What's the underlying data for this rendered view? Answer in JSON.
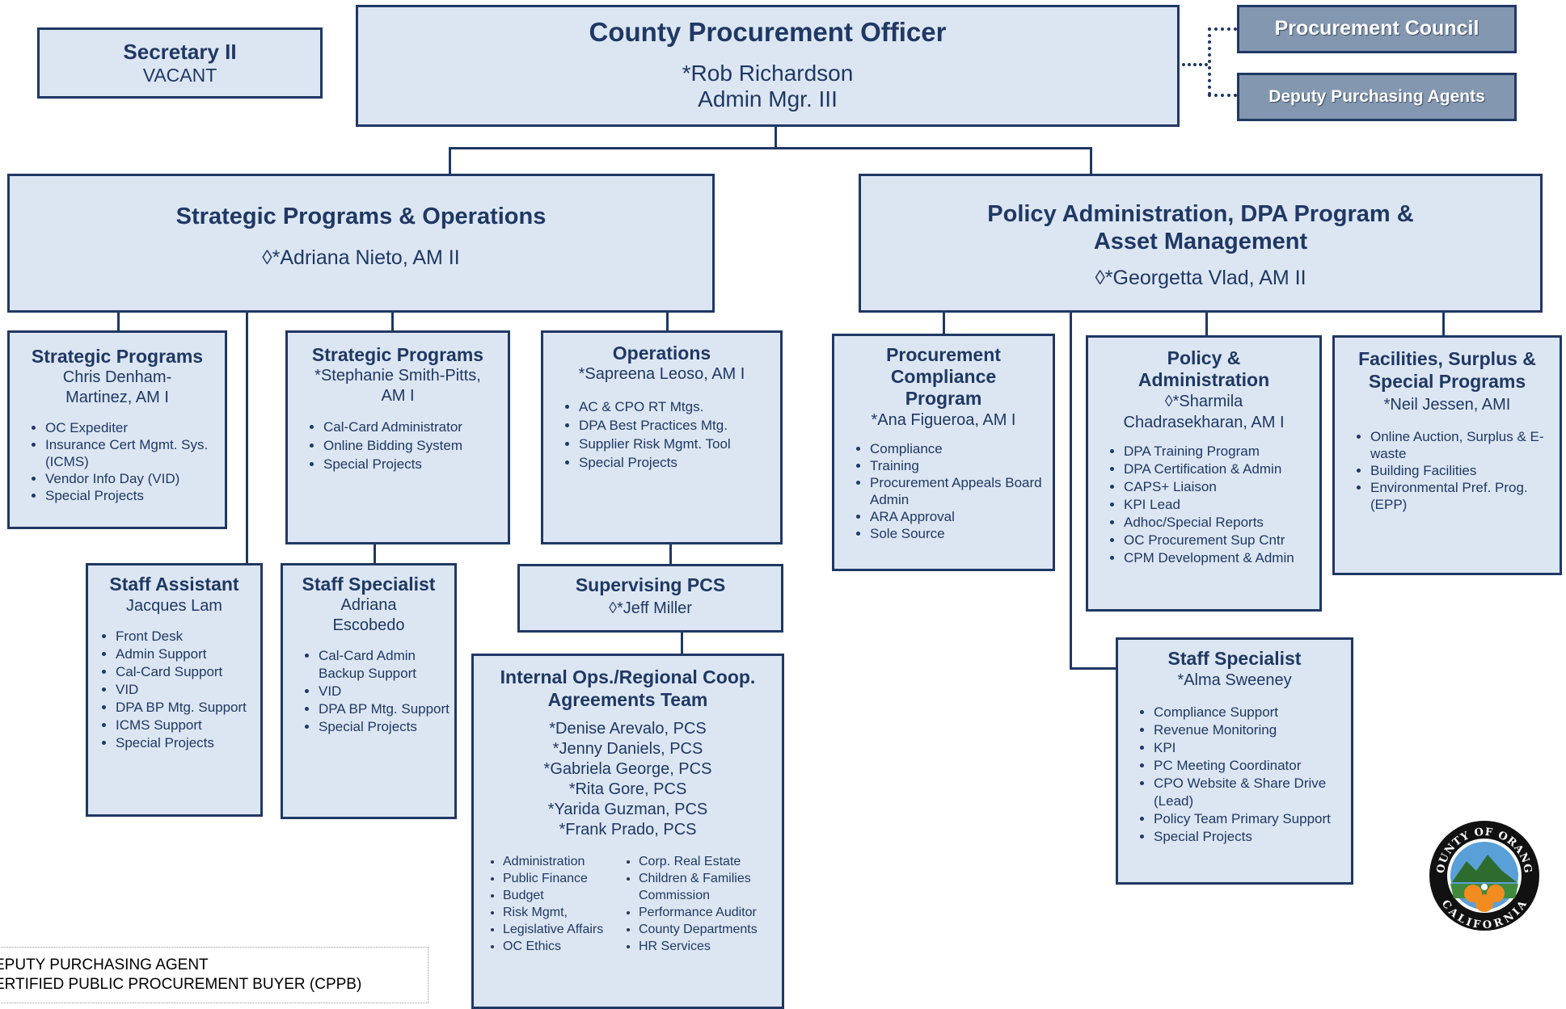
{
  "secretary": {
    "title": "Secretary II",
    "name": "VACANT"
  },
  "cpo": {
    "title": "County Procurement Officer",
    "name": "*Rob Richardson",
    "role": "Admin Mgr. III"
  },
  "council": {
    "label": "Procurement Council"
  },
  "dpa": {
    "label": "Deputy Purchasing Agents"
  },
  "spo": {
    "title": "Strategic Programs & Operations",
    "name": "◊*Adriana Nieto, AM II"
  },
  "pad": {
    "title": "Policy Administration, DPA Program &\nAsset Management",
    "name": "◊*Georgetta Vlad, AM II"
  },
  "sp1": {
    "title": "Strategic Programs",
    "name": "Chris Denham-\nMartinez, AM I",
    "items": [
      "OC Expediter",
      "Insurance Cert Mgmt. Sys. (ICMS)",
      "Vendor Info Day (VID)",
      "Special Projects"
    ]
  },
  "sp2": {
    "title": "Strategic Programs",
    "name": "*Stephanie Smith-Pitts,\nAM I",
    "items": [
      "Cal-Card Administrator",
      "Online Bidding System",
      "Special Projects"
    ]
  },
  "ops": {
    "title": "Operations",
    "name": "*Sapreena Leoso, AM I",
    "items": [
      "AC & CPO RT Mtgs.",
      "DPA Best Practices Mtg.",
      "Supplier Risk Mgmt. Tool",
      "Special Projects"
    ]
  },
  "pcp": {
    "title": "Procurement\nCompliance\nProgram",
    "name": "*Ana Figueroa, AM I",
    "items": [
      "Compliance",
      "Training",
      "Procurement Appeals Board Admin",
      "ARA Approval",
      "Sole Source"
    ]
  },
  "pa": {
    "title": "Policy &\nAdministration",
    "name": "◊*Sharmila\nChadrasekharan, AM I",
    "items": [
      "DPA Training Program",
      "DPA Certification & Admin",
      "CAPS+ Liaison",
      "KPI Lead",
      "Adhoc/Special Reports",
      "OC Procurement Sup Cntr",
      "CPM Development & Admin"
    ]
  },
  "fsp": {
    "title": "Facilities, Surplus &\nSpecial Programs",
    "name": "*Neil Jessen, AMI",
    "items": [
      "Online Auction, Surplus & E-waste",
      "Building Facilities",
      "Environmental Pref. Prog. (EPP)"
    ]
  },
  "sa": {
    "title": "Staff Assistant",
    "name": "Jacques Lam",
    "items": [
      "Front Desk",
      "Admin Support",
      "Cal-Card Support",
      "VID",
      "DPA BP Mtg. Support",
      "ICMS Support",
      "Special Projects"
    ]
  },
  "ss1": {
    "title": "Staff Specialist",
    "name": "Adriana\nEscobedo",
    "items": [
      "Cal-Card Admin Backup Support",
      "VID",
      "DPA BP Mtg. Support",
      "Special Projects"
    ]
  },
  "spcs": {
    "title": "Supervising PCS",
    "name": "◊*Jeff Miller"
  },
  "iops": {
    "title": "Internal Ops./Regional Coop.\nAgreements Team",
    "names": [
      "*Denise Arevalo, PCS",
      "*Jenny Daniels, PCS",
      "*Gabriela George, PCS",
      "*Rita Gore, PCS",
      "*Yarida Guzman, PCS",
      "*Frank Prado, PCS"
    ],
    "items_left": [
      "Administration",
      "Public Finance",
      "Budget",
      "Risk Mgmt,",
      "Legislative Affairs",
      "OC Ethics"
    ],
    "items_right": [
      "Corp. Real Estate",
      "Children & Families Commission",
      "Performance Auditor",
      "County Departments",
      "HR Services"
    ]
  },
  "ss2": {
    "title": "Staff Specialist",
    "name": "*Alma Sweeney",
    "items": [
      "Compliance Support",
      "Revenue Monitoring",
      "KPI",
      "PC Meeting Coordinator",
      "CPO Website & Share Drive (Lead)",
      "Policy Team Primary Support",
      "Special Projects"
    ]
  },
  "legend": {
    "line1": "EPUTY PURCHASING AGENT",
    "line2": "ERTIFIED PUBLIC PROCUREMENT BUYER (CPPB)"
  },
  "seal": {
    "text": "COUNTY OF ORANGE CALIFORNIA"
  },
  "colors": {
    "box_fill": "#dce6f2",
    "border": "#1f3864",
    "text": "#1f3864",
    "council_fill": "#8497b0"
  }
}
